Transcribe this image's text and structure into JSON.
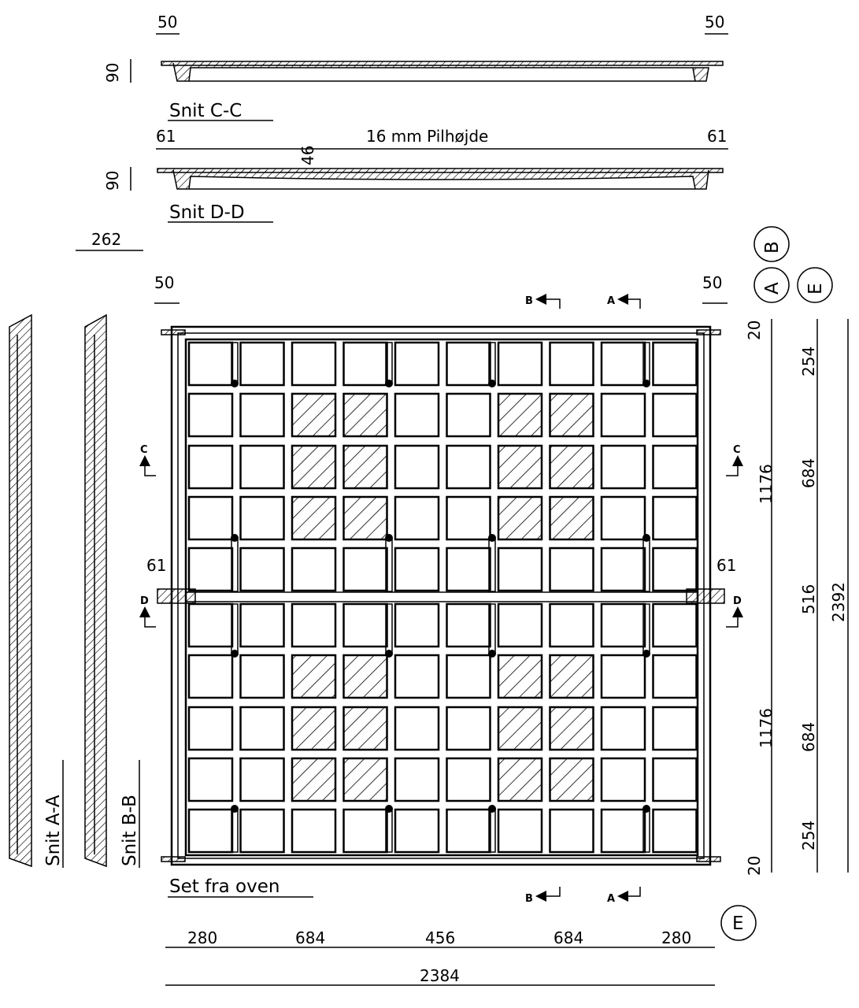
{
  "section_cc": {
    "title": "Snit C-C",
    "dim_left": "50",
    "dim_right": "50",
    "height": "90"
  },
  "section_dd": {
    "title": "Snit D-D",
    "dim_left": "61",
    "dim_right": "61",
    "height": "90",
    "note": "16 mm Pilhøjde",
    "thickness": "46"
  },
  "section_aa": {
    "title": "Snit A-A"
  },
  "section_bb": {
    "title": "Snit B-B"
  },
  "dim_262": "262",
  "plan": {
    "title": "Set fra oven",
    "top_left": "50",
    "top_right": "50",
    "mid_left": "61",
    "mid_right": "61",
    "markers": {
      "A": "A",
      "B": "B",
      "C": "C",
      "D": "D"
    },
    "right_dims_1": [
      "20",
      "1176",
      "516",
      "1176",
      "20"
    ],
    "right_dims_2": [
      "254",
      "684",
      "684",
      "254"
    ],
    "total_height": "2392",
    "bottom_dims": [
      "280",
      "684",
      "456",
      "684",
      "280"
    ],
    "total_width": "2384"
  },
  "circles": {
    "a": "A",
    "b": "B",
    "e_top": "E",
    "e_bottom": "E"
  }
}
